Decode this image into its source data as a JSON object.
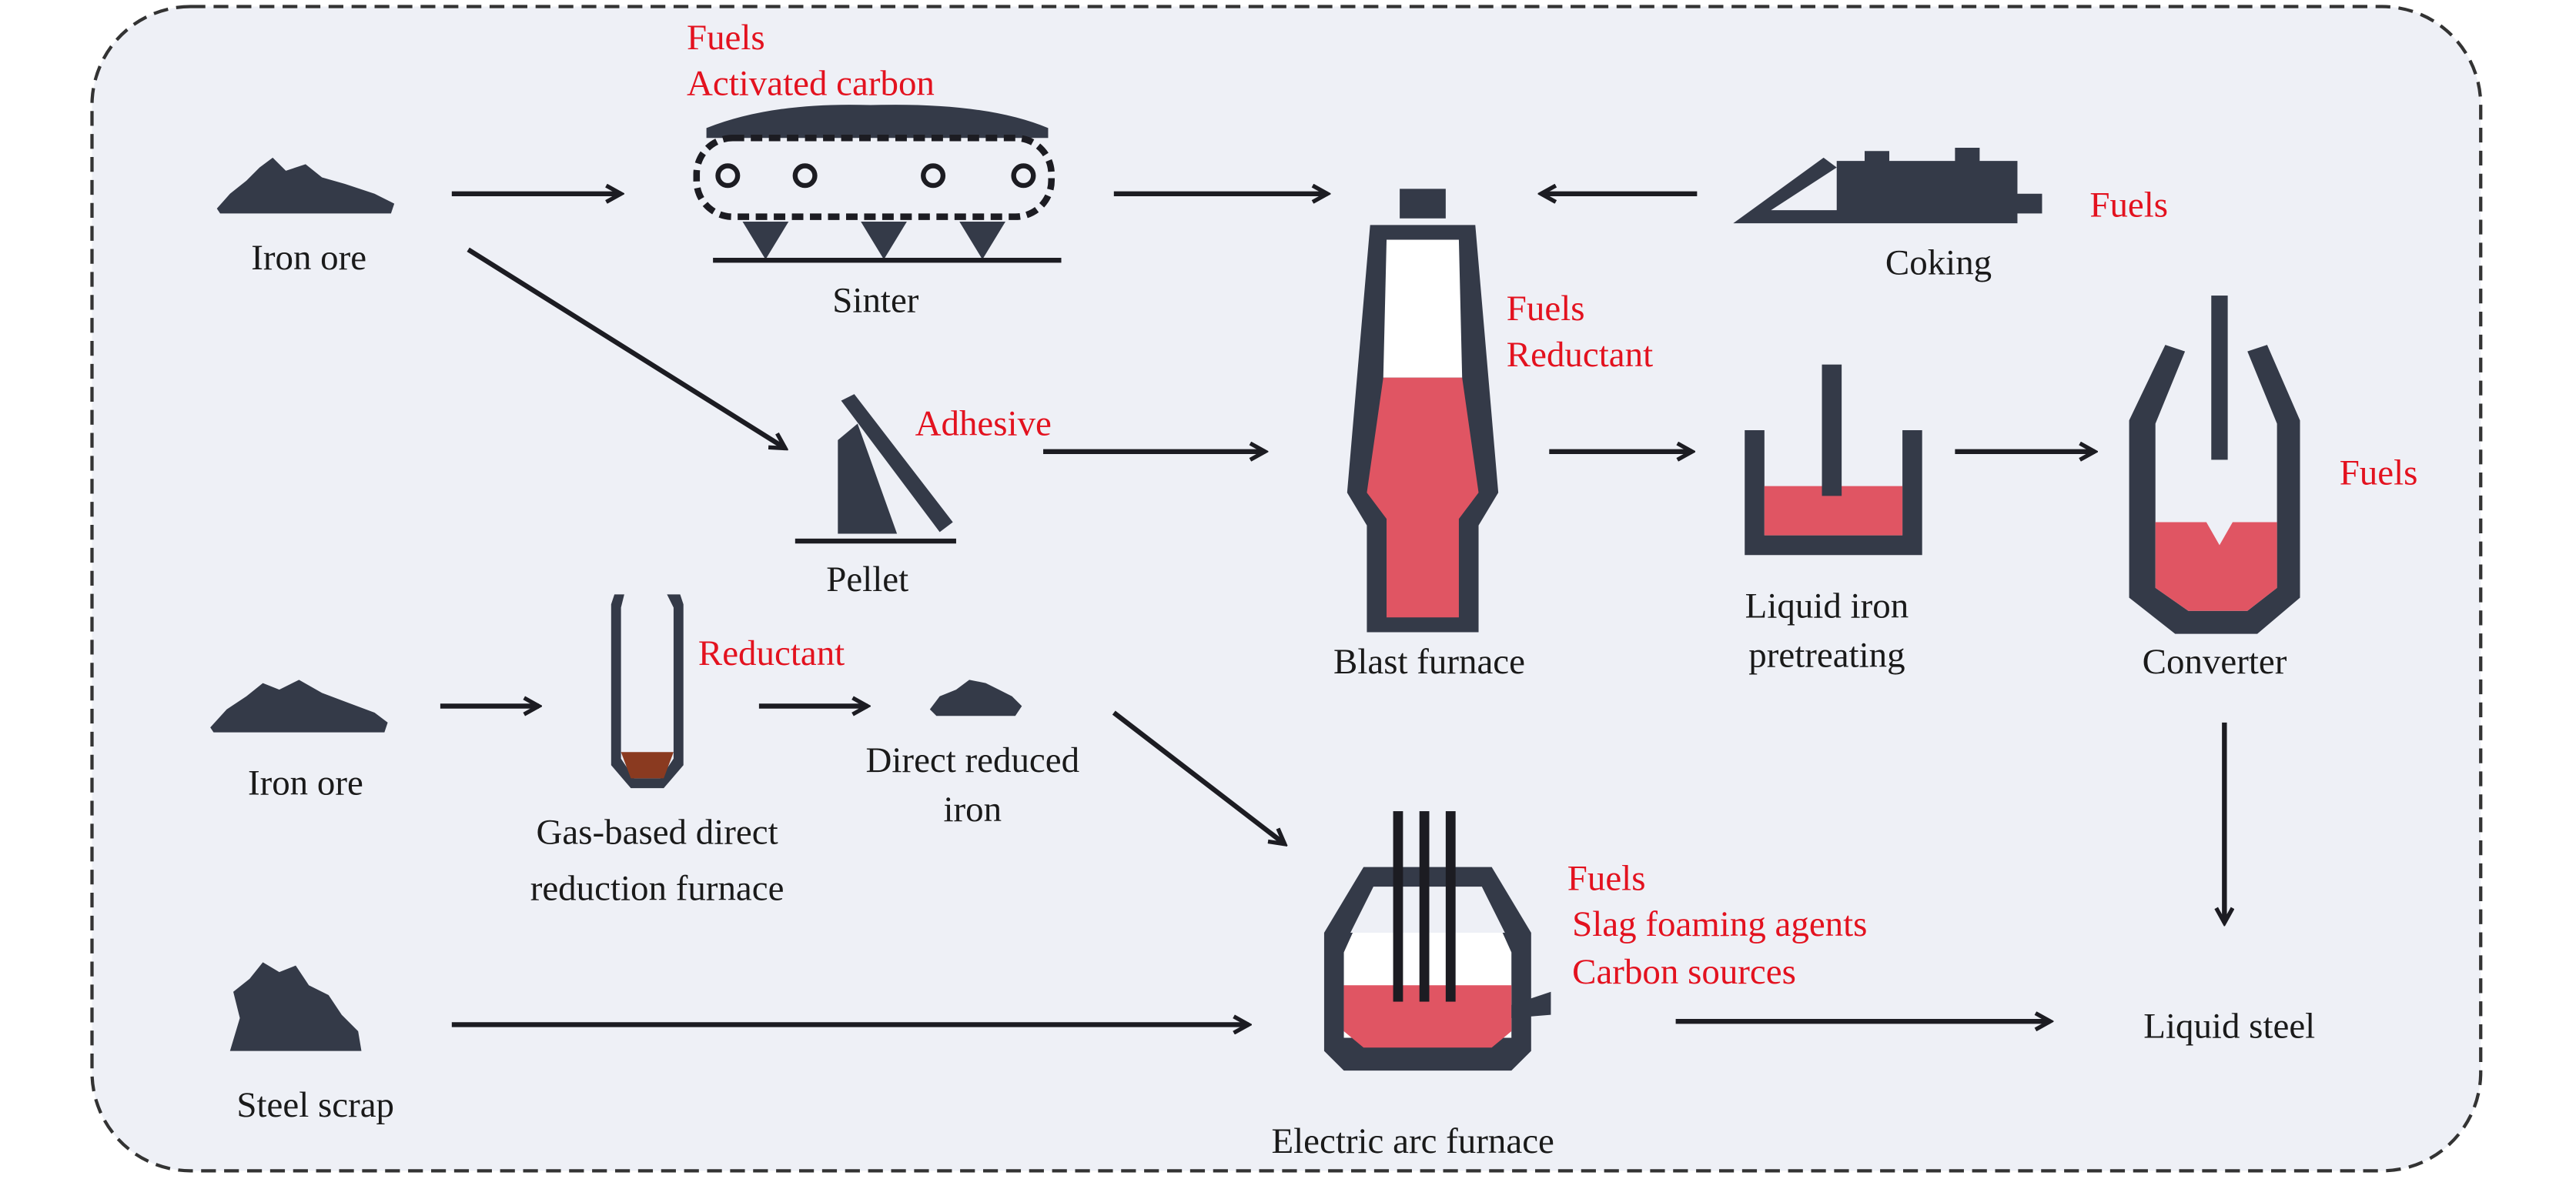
{
  "colors": {
    "background": "#eef0f6",
    "icon_dark": "#343a48",
    "molten": "#e05563",
    "additive_text": "#e3121f",
    "label_text": "#1a1a1a"
  },
  "nodes": {
    "iron_ore_1": {
      "label": "Iron ore"
    },
    "sinter": {
      "label": "Sinter",
      "additives": [
        "Fuels",
        "Activated carbon"
      ]
    },
    "blast_furnace": {
      "label": "Blast furnace",
      "additives": [
        "Fuels",
        "Reductant"
      ]
    },
    "coking": {
      "label": "Coking",
      "additives": [
        "Fuels"
      ]
    },
    "pellet": {
      "label": "Pellet",
      "additives": [
        "Adhesive"
      ]
    },
    "liquid_iron_pretreating": {
      "label_lines": [
        "Liquid iron",
        "pretreating"
      ]
    },
    "converter": {
      "label": "Converter",
      "additives": [
        "Fuels"
      ]
    },
    "iron_ore_2": {
      "label": "Iron ore"
    },
    "gas_based_furnace": {
      "label_lines": [
        "Gas-based direct",
        "reduction furnace"
      ],
      "additives": [
        "Reductant"
      ]
    },
    "direct_reduced_iron": {
      "label_lines": [
        "Direct reduced",
        "iron"
      ]
    },
    "steel_scrap": {
      "label": "Steel scrap"
    },
    "electric_arc_furnace": {
      "label": "Electric arc furnace",
      "additives": [
        "Fuels",
        "Slag foaming agents",
        "Carbon sources"
      ]
    },
    "liquid_steel": {
      "label": "Liquid steel"
    }
  },
  "edges": [
    [
      "iron_ore_1",
      "sinter"
    ],
    [
      "iron_ore_1",
      "pellet"
    ],
    [
      "sinter",
      "blast_furnace"
    ],
    [
      "coking",
      "blast_furnace"
    ],
    [
      "pellet",
      "blast_furnace"
    ],
    [
      "blast_furnace",
      "liquid_iron_pretreating"
    ],
    [
      "liquid_iron_pretreating",
      "converter"
    ],
    [
      "converter",
      "liquid_steel"
    ],
    [
      "iron_ore_2",
      "gas_based_furnace"
    ],
    [
      "gas_based_furnace",
      "direct_reduced_iron"
    ],
    [
      "direct_reduced_iron",
      "electric_arc_furnace"
    ],
    [
      "steel_scrap",
      "electric_arc_furnace"
    ],
    [
      "electric_arc_furnace",
      "liquid_steel"
    ]
  ]
}
